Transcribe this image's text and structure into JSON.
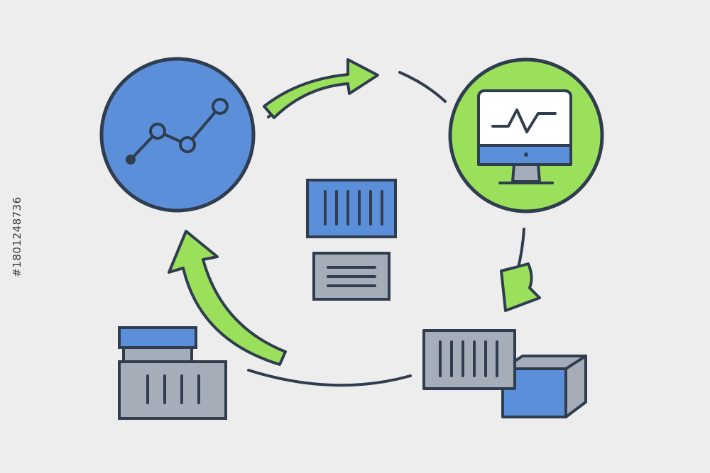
{
  "diagram": {
    "stock_id": "#1801248736",
    "colors": {
      "background": "#ededed",
      "stroke": "#2f3d4f",
      "blue": "#5b8fd9",
      "green": "#9be05a",
      "grey": "#a5adb8"
    },
    "nodes": [
      {
        "name": "analytics-node",
        "icon": "line-chart-icon"
      },
      {
        "name": "monitor-node",
        "icon": "monitor-pulse-icon"
      },
      {
        "name": "container-stack-node",
        "icon": "shipping-container-icon"
      },
      {
        "name": "storage-node",
        "icon": "container-with-lid-icon"
      }
    ]
  }
}
